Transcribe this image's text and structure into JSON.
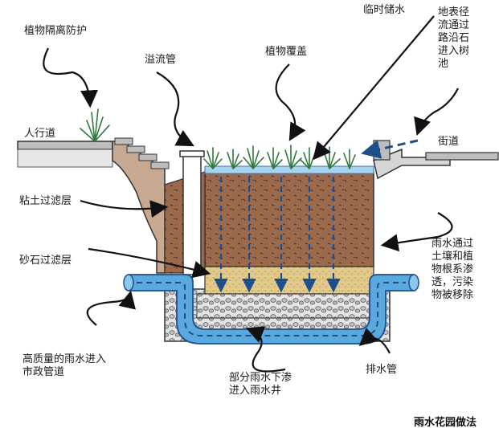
{
  "labels": {
    "plant_barrier": "植物隔离防护",
    "overflow_pipe": "溢流管",
    "plant_cover": "植物覆盖",
    "temp_storage": "临时储水",
    "surface_runoff": "地表径\n流通过\n路沿石\n进入树\n池",
    "sidewalk": "人行道",
    "street": "街道",
    "clay_filter": "粘土过滤层",
    "gravel_filter": "砂石过滤层",
    "rain_infiltrate": "雨水通过\n土壤和植\n物根系渗\n透，污染\n物被移除",
    "high_quality_rain": "高质量的雨水进入\n市政管道",
    "partial_seep": "部分雨水下渗\n进入雨水井",
    "drain_pipe": "排水管"
  },
  "caption": "雨水花园做法",
  "colors": {
    "soil": "#9b6a4c",
    "sand": "#e2c98a",
    "gravel": "#cfcfcf",
    "water": "#5aa9de",
    "pipe_dark": "#1f4f8a",
    "pavement": "#bdbdbd",
    "plant": "#2f7a3c"
  }
}
